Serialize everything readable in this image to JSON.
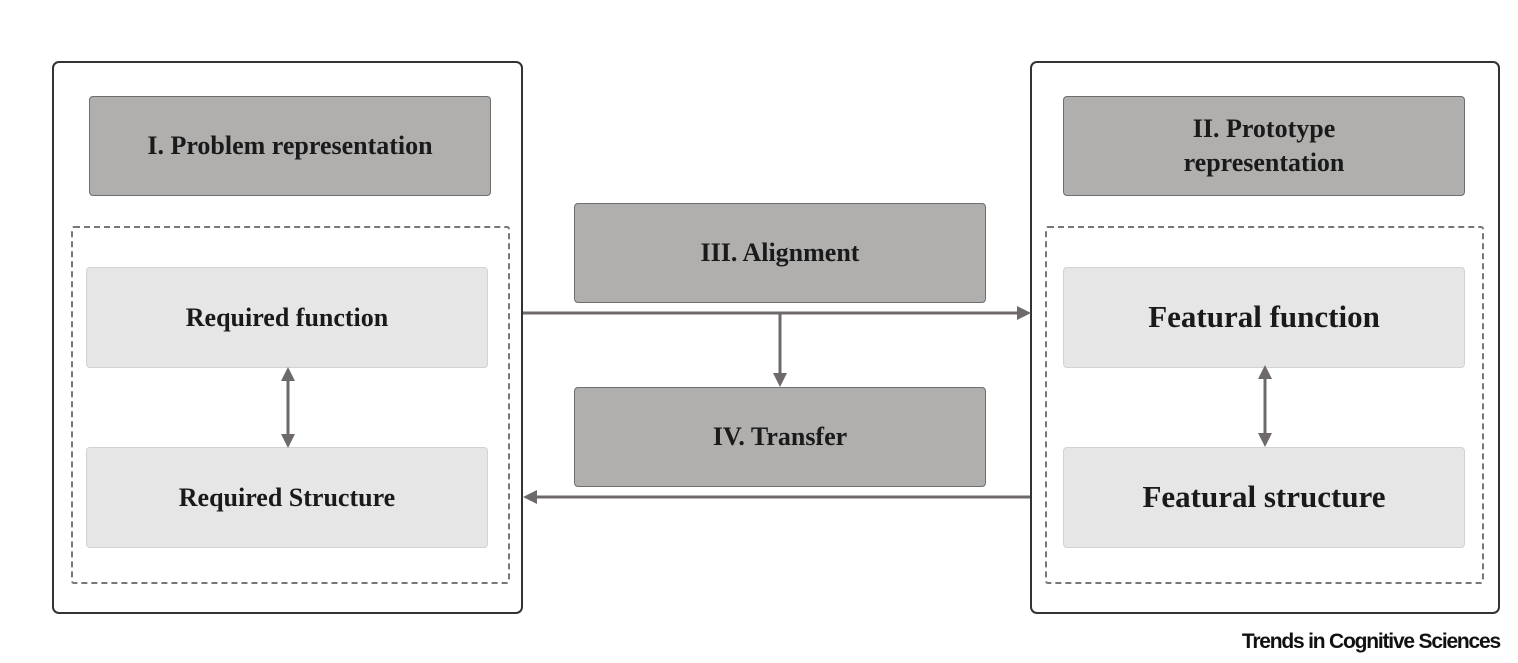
{
  "diagram": {
    "problem_panel": {
      "title": "I. Problem representation",
      "top_item": "Required function",
      "bottom_item": "Required Structure"
    },
    "prototype_panel": {
      "title": "II. Prototype representation",
      "top_item": "Featural function",
      "bottom_item": "Featural structure"
    },
    "center": {
      "alignment": "III. Alignment",
      "transfer": "IV. Transfer"
    },
    "colors": {
      "step_box": "#b0afae",
      "item_box": "#e6e6e6",
      "arrow": "#6e6a6a",
      "panel_border": "#333333"
    }
  },
  "footer": {
    "credit": "Trends in Cognitive Sciences"
  }
}
